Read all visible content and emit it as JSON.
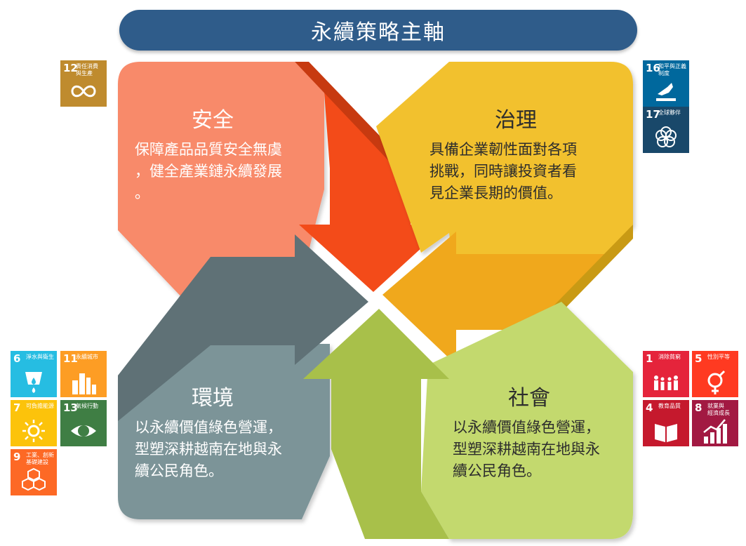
{
  "title": "永續策略主軸",
  "quadrants": {
    "safety": {
      "heading": "安全",
      "body": "保障產品品質安全無虞\n，健全產業鏈永續發展\n。",
      "color": "#f88a6a"
    },
    "governance": {
      "heading": "治理",
      "body": "具備企業韌性面對各項\n挑戰，同時讓投資者看\n見企業長期的價值。",
      "color": "#f2c12e"
    },
    "environment": {
      "heading": "環境",
      "body": "以永續價值綠色營運，\n型塑深耕越南在地與永\n續公民角色。",
      "color": "#7c9498"
    },
    "society": {
      "heading": "社會",
      "body": "以永續價值綠色營運，\n型塑深耕越南在地與永\n續公民角色。",
      "color": "#c3d96e"
    }
  },
  "sdg_tiles": [
    {
      "number": "12",
      "label": "責任消費\n與生產",
      "color": "#bf8b2e",
      "icon": "infinity-icon"
    },
    {
      "number": "16",
      "label": "和平與正義\n制度",
      "color": "#00689d",
      "icon": "dove-icon"
    },
    {
      "number": "17",
      "label": "全球夥伴",
      "color": "#19486a",
      "icon": "flower-rings-icon"
    },
    {
      "number": "6",
      "label": "淨水與衛生",
      "color": "#26bde2",
      "icon": "water-drop-icon"
    },
    {
      "number": "11",
      "label": "永續城市",
      "color": "#fd9d24",
      "icon": "city-icon"
    },
    {
      "number": "7",
      "label": "可負擔能源",
      "color": "#fcc30b",
      "icon": "sun-icon"
    },
    {
      "number": "13",
      "label": "氣候行動",
      "color": "#3f7e44",
      "icon": "eye-globe-icon"
    },
    {
      "number": "9",
      "label": "工業、創新\n基礎建設",
      "color": "#fd6925",
      "icon": "cubes-icon"
    },
    {
      "number": "1",
      "label": "消除貧窮",
      "color": "#e5243b",
      "icon": "people-icon"
    },
    {
      "number": "5",
      "label": "性別平等",
      "color": "#ff3a21",
      "icon": "gender-icon"
    },
    {
      "number": "4",
      "label": "教育品質",
      "color": "#c5192d",
      "icon": "book-icon"
    },
    {
      "number": "8",
      "label": "就業與\n經濟成長",
      "color": "#a21942",
      "icon": "growth-chart-icon"
    }
  ]
}
